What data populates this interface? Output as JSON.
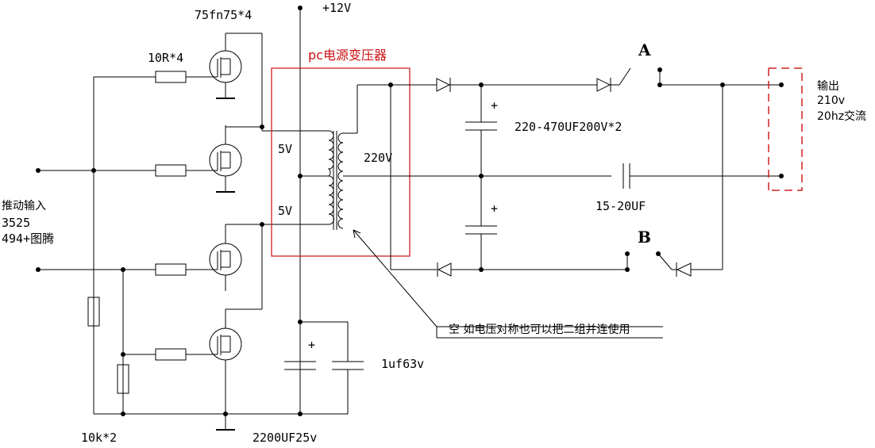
{
  "labels": {
    "mosfet": "75fn75*4",
    "gate_resistor": "10R*4",
    "supply": "+12V",
    "transformer_title": "pc电源变压器",
    "primary_upper": "5V",
    "primary_lower": "5V",
    "secondary": "220V",
    "input_line1": "推动输入",
    "input_line2": "3525",
    "input_line3": "494+图腾",
    "switch_a": "A",
    "switch_b": "B",
    "caps_main": "220-470UF200V*2",
    "cap_series": "15-20UF",
    "output_line1": "输出",
    "output_line2": "210v",
    "output_line3": "20hz交流",
    "note": "空 如电压对称也可以把二组并连使用",
    "cap_small": "1uf63v",
    "cap_bulk": "2200UF25v",
    "resistor_bias": "10k*2",
    "plus_1": "+",
    "plus_2": "+",
    "plus_3": "+"
  }
}
